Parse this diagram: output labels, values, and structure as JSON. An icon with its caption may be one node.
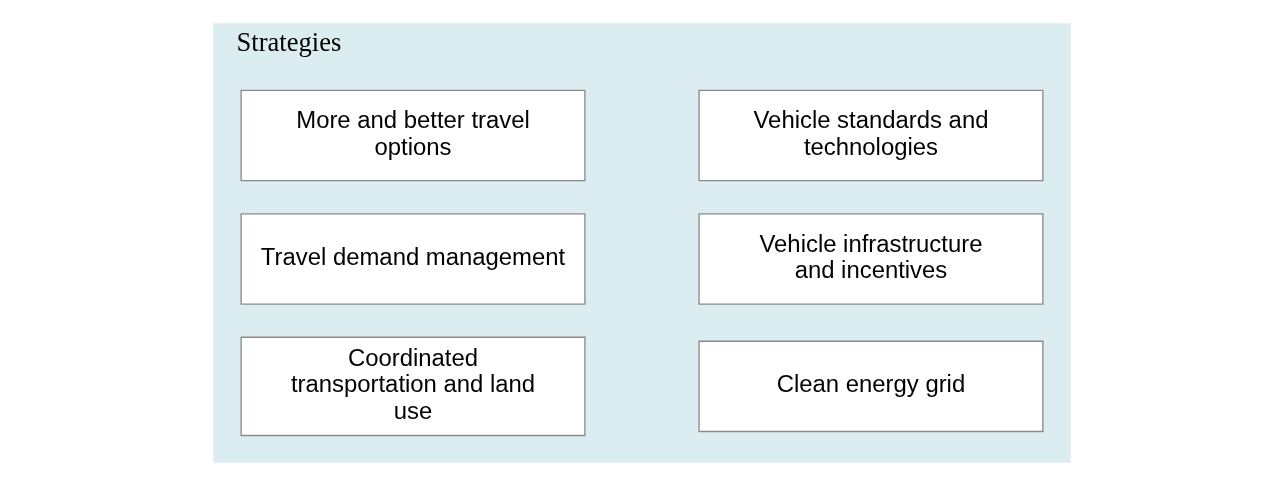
{
  "diagram": {
    "nodes": [
      {
        "text": [
          "Strategies"
        ]
      },
      {
        "text": [
          "Vehicle standards and technologies"
        ],
        "in": 0
      },
      {
        "text": [
          "More and better travel options"
        ],
        "in": 0
      },
      {
        "text": [
          "Vehicle infrastructure and incentives"
        ],
        "in": 0
      },
      {
        "text": [
          "Travel demand management"
        ],
        "in": 0
      },
      {
        "text": [
          "Clean energy grid"
        ],
        "in": 0
      },
      {
        "text": [
          "Coordinated transportation and land use"
        ],
        "in": 0
      }
    ]
  }
}
